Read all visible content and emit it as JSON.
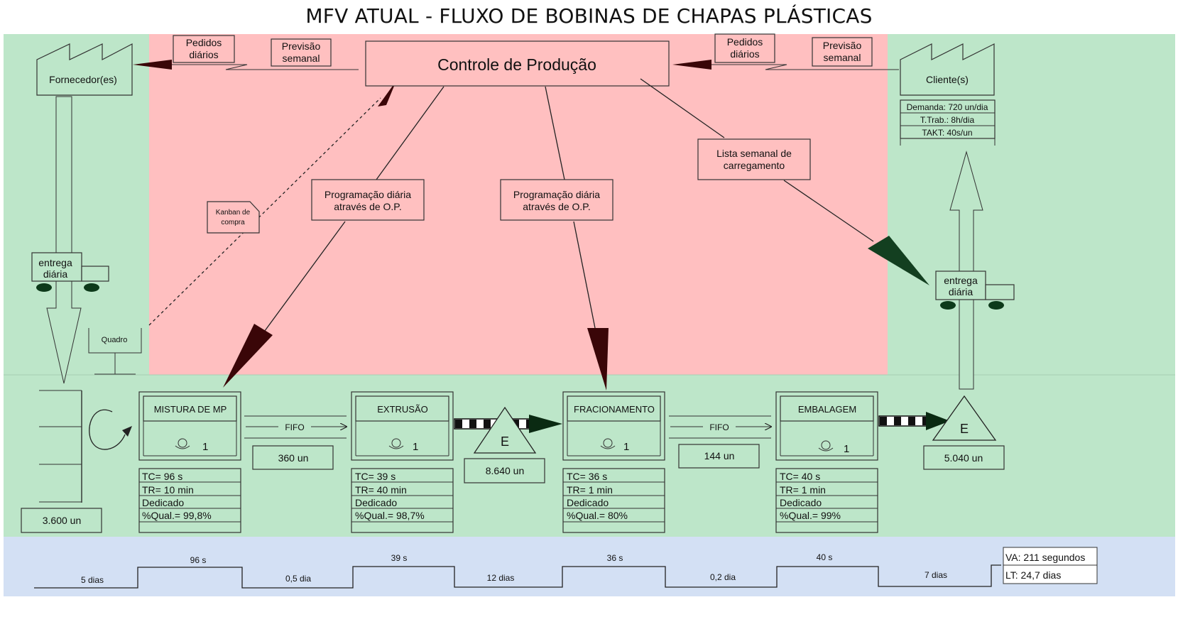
{
  "title": "MFV ATUAL - FLUXO DE BOBINAS DE CHAPAS PLÁSTICAS",
  "colors": {
    "green_bg": "#bde6c9",
    "pink_bg": "#ffbfc0",
    "blue_bg": "#d3e0f4",
    "arrow_dark": "#3a0608"
  },
  "info": {
    "control": "Controle de Produção",
    "supplier": "Fornecedor(es)",
    "customer": "Cliente(s)",
    "orders_left": [
      "Pedidos",
      "diários"
    ],
    "forecast_left": [
      "Previsão",
      "semanal"
    ],
    "orders_right": [
      "Pedidos",
      "diários"
    ],
    "forecast_right": [
      "Previsão",
      "semanal"
    ],
    "customer_data": [
      "Demanda: 720 un/dia",
      "T.Trab.: 8h/dia",
      "TAKT: 40s/un"
    ],
    "truck_left": [
      "entrega",
      "diária"
    ],
    "truck_right": [
      "entrega",
      "diária"
    ],
    "kanban": [
      "Kanban de",
      "compra"
    ],
    "board": "Quadro",
    "schedule_1": [
      "Programação diária",
      "através de O.P."
    ],
    "schedule_2": [
      "Programação diária",
      "através de O.P."
    ],
    "loading_list": [
      "Lista semanal de",
      "carregamento"
    ]
  },
  "processes": [
    {
      "name": "MISTURA DE MP",
      "operators": "1",
      "data": [
        "TC= 96 s",
        "TR= 10 min",
        "Dedicado",
        "%Qual.= 99,8%"
      ]
    },
    {
      "name": "EXTRUSÃO",
      "operators": "1",
      "data": [
        "TC= 39 s",
        "TR= 40 min",
        "Dedicado",
        "%Qual.= 98,7%"
      ]
    },
    {
      "name": "FRACIONAMENTO",
      "operators": "1",
      "data": [
        "TC= 36 s",
        "TR= 1 min",
        "Dedicado",
        "%Qual.= 80%"
      ]
    },
    {
      "name": "EMBALAGEM",
      "operators": "1",
      "data": [
        "TC= 40 s",
        "TR= 1 min",
        "Dedicado",
        "%Qual.= 99%"
      ]
    }
  ],
  "inventory": {
    "raw": "3.600 un",
    "fifo_1_label": "FIFO",
    "fifo_1_qty": "360 un",
    "stock_1_label": "E",
    "stock_1_qty": "8.640 un",
    "fifo_2_label": "FIFO",
    "fifo_2_qty": "144 un",
    "stock_2_label": "E",
    "stock_2_qty": "5.040 un"
  },
  "timeline": {
    "wait": [
      "5 dias",
      "0,5 dia",
      "12 dias",
      "0,2 dia",
      "7 dias"
    ],
    "process": [
      "96 s",
      "39 s",
      "36 s",
      "40 s"
    ],
    "va": "VA: 211 segundos",
    "lt": "LT: 24,7 dias"
  }
}
